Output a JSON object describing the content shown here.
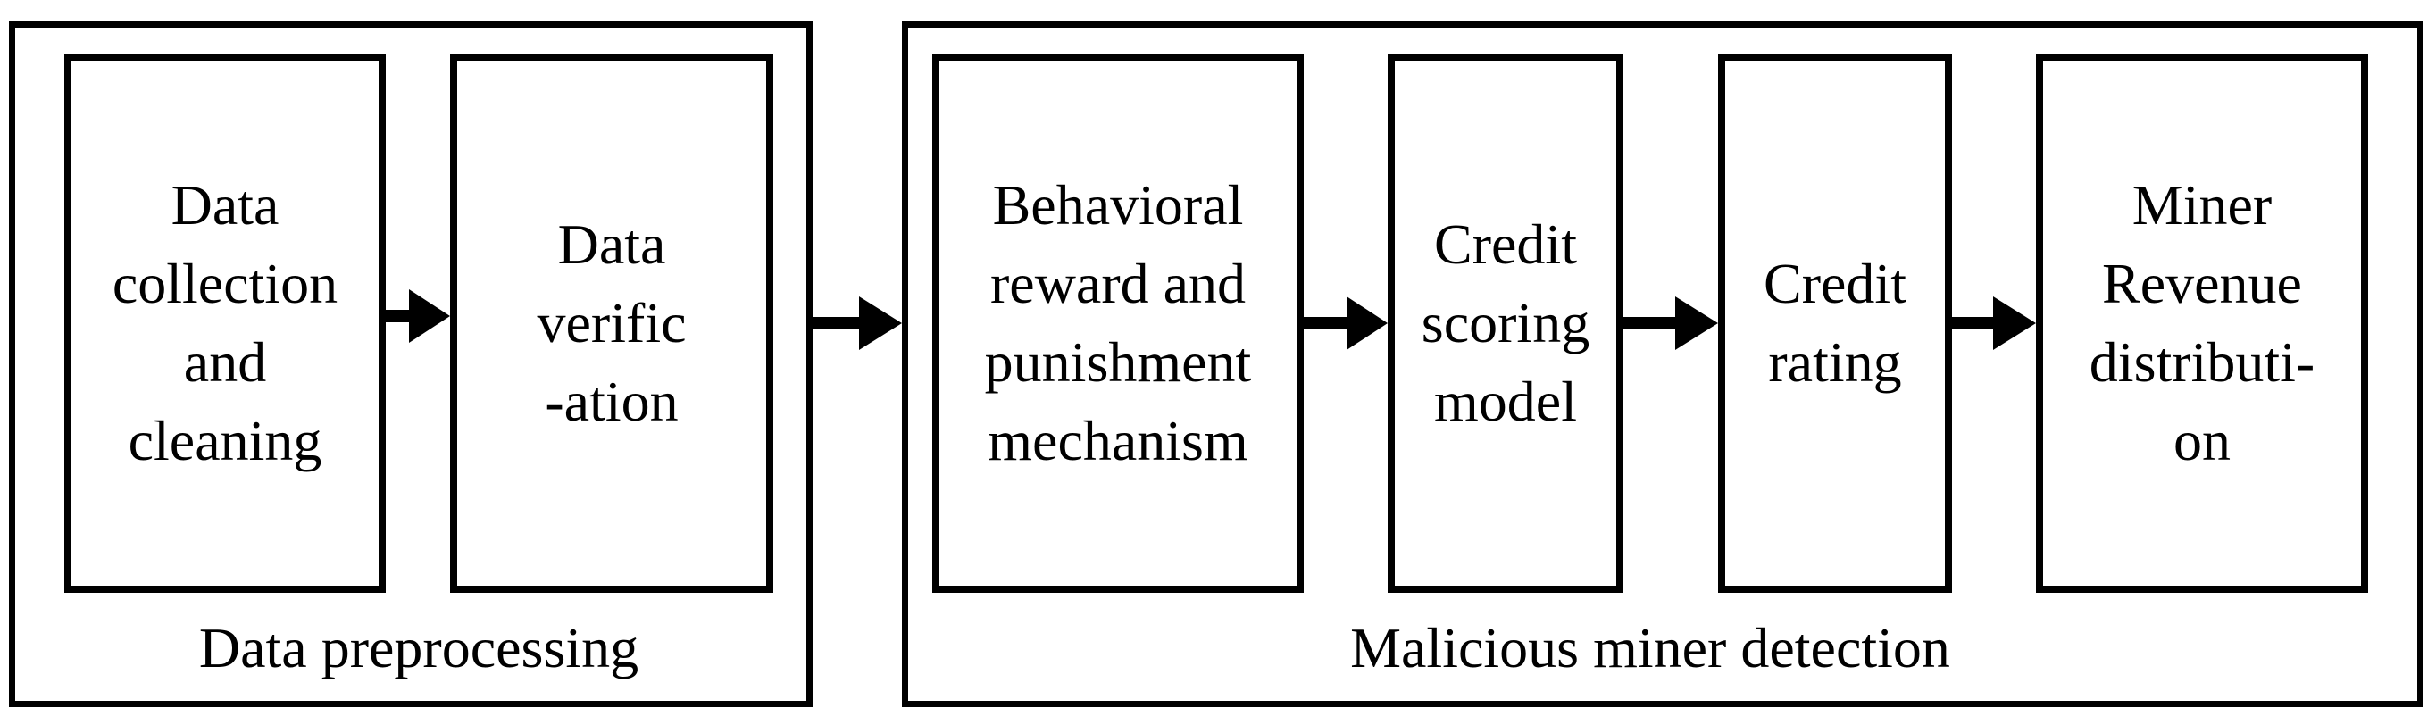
{
  "groups": [
    {
      "label": "Data preprocessing",
      "boxes": [
        {
          "lines": [
            "Data",
            "collection",
            "and",
            "cleaning"
          ]
        },
        {
          "lines": [
            "Data",
            "verific",
            "-ation"
          ]
        }
      ]
    },
    {
      "label": "Malicious miner detection",
      "boxes": [
        {
          "lines": [
            "Behavioral",
            "reward and",
            "punishment",
            "mechanism"
          ]
        },
        {
          "lines": [
            "Credit",
            "scoring",
            "model"
          ]
        },
        {
          "lines": [
            "Credit",
            "rating"
          ]
        },
        {
          "lines": [
            "Miner",
            "Revenue",
            "distributi-",
            "on"
          ]
        }
      ]
    }
  ]
}
